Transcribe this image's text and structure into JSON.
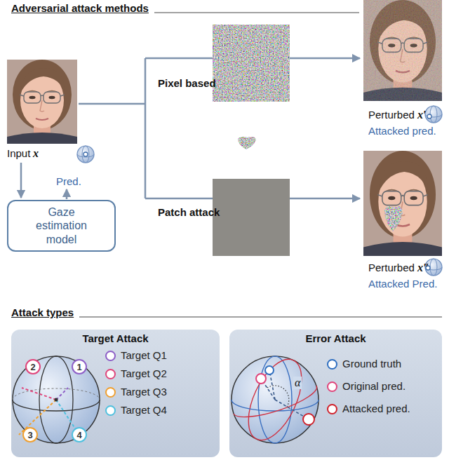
{
  "diagram": {
    "nodes": [
      {
        "text": [
          "Gaze estimation model"
        ]
      },
      {
        "text": [
          "Target Attack"
        ]
      },
      {
        "text": [
          "1"
        ],
        "in": 1
      },
      {
        "text": [
          "2"
        ],
        "in": 1
      },
      {
        "text": [
          "3"
        ],
        "in": 1
      },
      {
        "text": [
          "4"
        ],
        "in": 1
      },
      {
        "text": [
          "Error Attack"
        ]
      }
    ],
    "labels": [
      "Adversarial attack methods",
      "Pixel based",
      "Patch attack",
      "Input",
      "x",
      "Pred.",
      "Perturbed",
      "x′",
      "Attacked pred.",
      "Perturbed",
      "x″",
      "Attacked Pred.",
      "Attack types",
      "α"
    ],
    "legend": [
      {
        "text": "Target Q1",
        "color": "#8e5fc7"
      },
      {
        "text": "Target Q2",
        "color": "#e0457b"
      },
      {
        "text": "Target Q3",
        "color": "#f0a030"
      },
      {
        "text": "Target Q4",
        "color": "#4fc0de"
      },
      {
        "text": "Ground truth",
        "color": "#2f6fc0"
      },
      {
        "text": "Original pred.",
        "color": "#e0457b"
      },
      {
        "text": "Attacked pred.",
        "color": "#d0202a"
      }
    ]
  }
}
